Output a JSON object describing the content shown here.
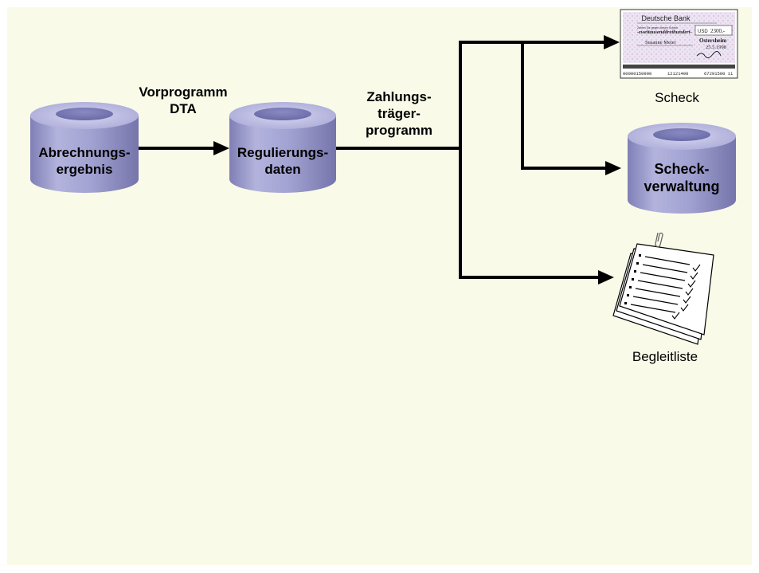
{
  "colors": {
    "background": "#f9fbe8",
    "cylinder_side": "#9e9ed0",
    "cylinder_top": "#b9b9e2",
    "arrow": "#000000"
  },
  "nodes": {
    "abrechnung": {
      "label": "Abrechnungs-\nergebnis",
      "icon": "database-cylinder"
    },
    "regulierung": {
      "label": "Regulierungs-\ndaten",
      "icon": "database-cylinder"
    },
    "scheckverwaltung": {
      "label": "Scheck-\nverwaltung",
      "icon": "database-cylinder"
    },
    "scheck": {
      "label": "Scheck",
      "icon": "bank-cheque-image"
    },
    "begleitliste": {
      "label": "Begleitliste",
      "icon": "checklist-document-icon"
    }
  },
  "edges": {
    "vorprogramm": {
      "label": "Vorprogramm\nDTA"
    },
    "zahlungstraeger": {
      "label": "Zahlungs-\nträger-\nprogramm"
    }
  },
  "cheque": {
    "bank": "Deutsche Bank",
    "pay_to_text": "Zahlen Sie gegen diesen Scheck",
    "amount_words": "-zweitausenddreihundert-",
    "currency": "USD",
    "amount": "2300,-",
    "payee": "Susanne Meier",
    "place": "Ostersheim",
    "date": "25.5.1998",
    "micr_left": "00000150900",
    "micr_mid": "12121400",
    "micr_right": "67291500 11"
  }
}
